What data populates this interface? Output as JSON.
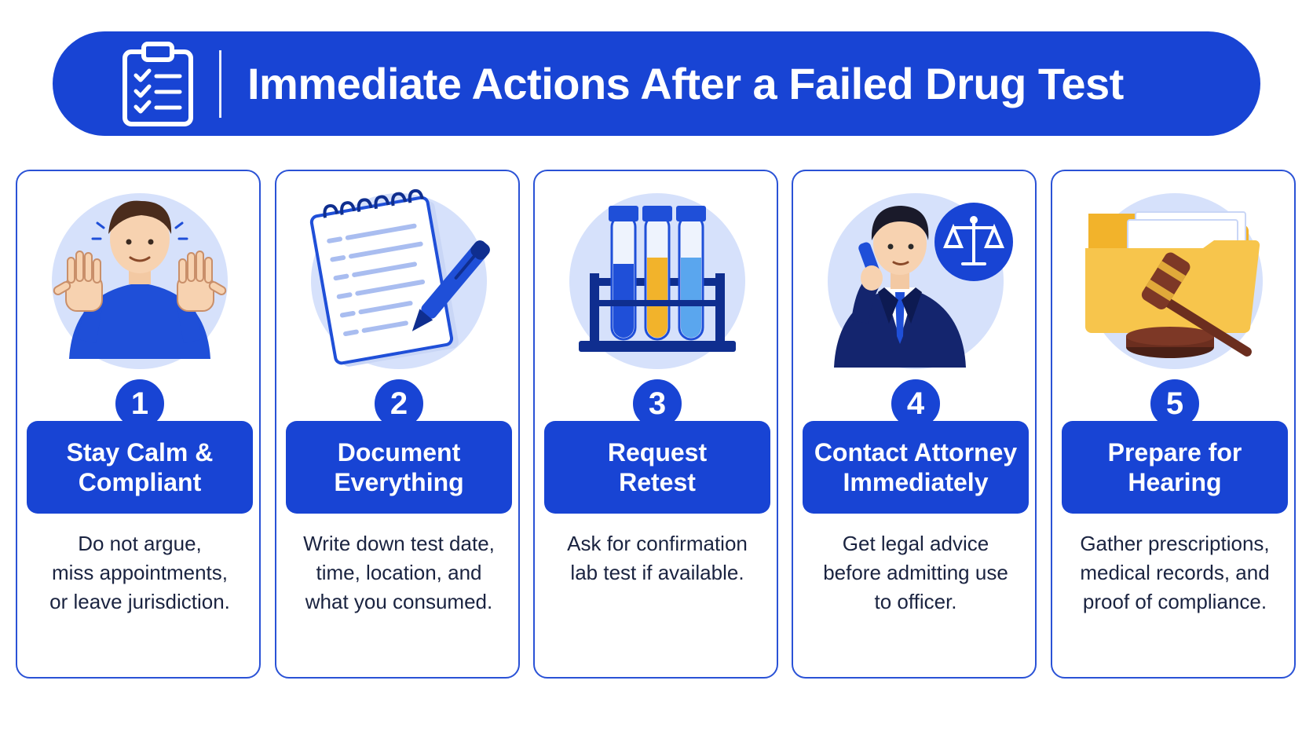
{
  "header": {
    "title": "Immediate Actions After a Failed Drug Test",
    "icon": "clipboard-checklist-icon"
  },
  "colors": {
    "primary": "#1844d4",
    "light_circle": "#d6e1fb",
    "text_dark": "#1a2340",
    "border": "#2a52d6"
  },
  "steps": [
    {
      "number": "1",
      "title": "Stay Calm &\nCompliant",
      "description": "Do not argue,\nmiss appointments,\nor leave jurisdiction.",
      "icon": "calm-person-hands-up-icon"
    },
    {
      "number": "2",
      "title": "Document\nEverything",
      "description": "Write down test date,\ntime, location, and\nwhat you consumed.",
      "icon": "notepad-pen-icon"
    },
    {
      "number": "3",
      "title": "Request\nRetest",
      "description": "Ask for confirmation\nlab test if available.",
      "icon": "test-tubes-icon"
    },
    {
      "number": "4",
      "title": "Contact Attorney\nImmediately",
      "description": "Get legal advice\nbefore admitting use\nto officer.",
      "icon": "attorney-phone-scales-icon"
    },
    {
      "number": "5",
      "title": "Prepare for\nHearing",
      "description": "Gather prescriptions,\nmedical records, and\nproof of compliance.",
      "icon": "folder-gavel-icon"
    }
  ]
}
